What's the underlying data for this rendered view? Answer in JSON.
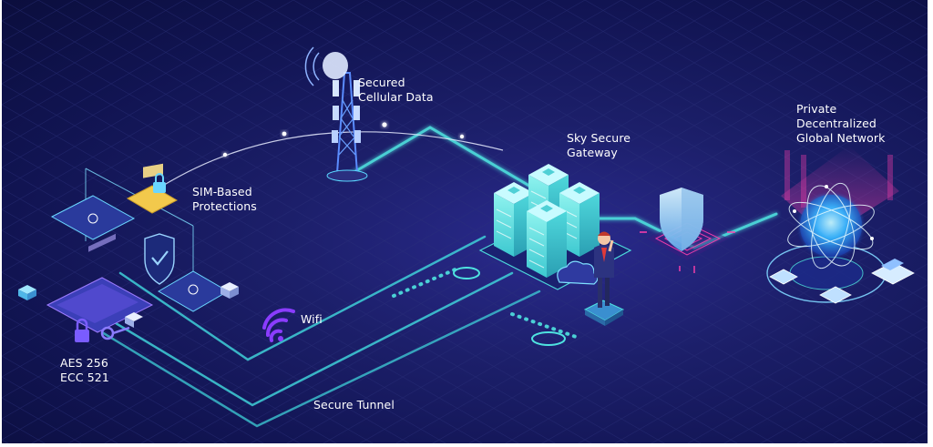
{
  "labels": {
    "cellular": [
      "Secured",
      "Cellular Data"
    ],
    "sim": [
      "SIM-Based",
      "Protections"
    ],
    "gateway": [
      "Sky Secure",
      "Gateway"
    ],
    "network": [
      "Private",
      "Decentralized",
      "Global Network"
    ],
    "encryption": [
      "AES 256",
      "ECC 521"
    ],
    "wifi": "Wifi",
    "tunnel": "Secure Tunnel"
  },
  "colors": {
    "background": "#14175a",
    "grid": "#2a2f7a",
    "teal": "#4fe3e0",
    "tealDeep": "#1fb6c4",
    "purple": "#7a3cff",
    "shield": "#8fd3ff",
    "pink": "#ff3fae",
    "white": "#ffffff"
  },
  "icons": [
    "cell-tower-icon",
    "sim-card-icon",
    "shield-icon",
    "lock-icon",
    "key-icon",
    "wifi-icon",
    "server-rack-icon",
    "person-icon",
    "globe-icon",
    "laptop-icon",
    "phone-icon",
    "tablet-icon"
  ]
}
